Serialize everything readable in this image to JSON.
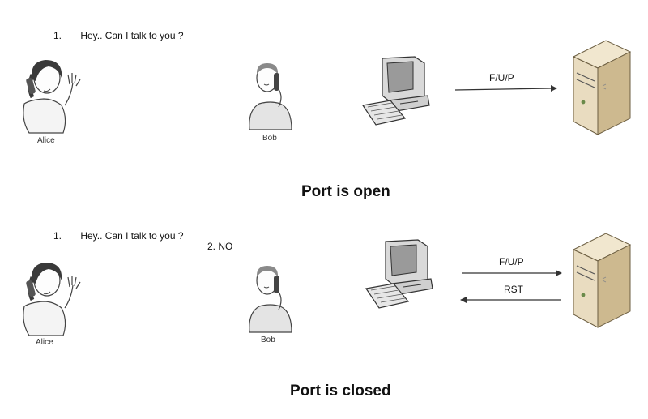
{
  "scenes": [
    {
      "step_number": "1.",
      "step_text": "Hey.. Can I talk to you ?",
      "alice_label": "Alice",
      "bob_label": "Bob",
      "forward_label": "F/U/P",
      "heading": "Port is open"
    },
    {
      "step_number": "1.",
      "step_text": "Hey.. Can I talk to you ?",
      "reply_text": "2. NO",
      "alice_label": "Alice",
      "bob_label": "Bob",
      "forward_label": "F/U/P",
      "reply_label": "RST",
      "heading": "Port is closed"
    }
  ],
  "colors": {
    "server_body": "#e9dcc0",
    "server_shade": "#cdb98f",
    "computer_body": "#d9d9d9",
    "computer_screen": "#9a9a9a",
    "arrow": "#333333",
    "person_hair": "#3a3a3a"
  },
  "icons": [
    "alice-figure",
    "bob-figure",
    "computer-icon",
    "server-icon"
  ]
}
